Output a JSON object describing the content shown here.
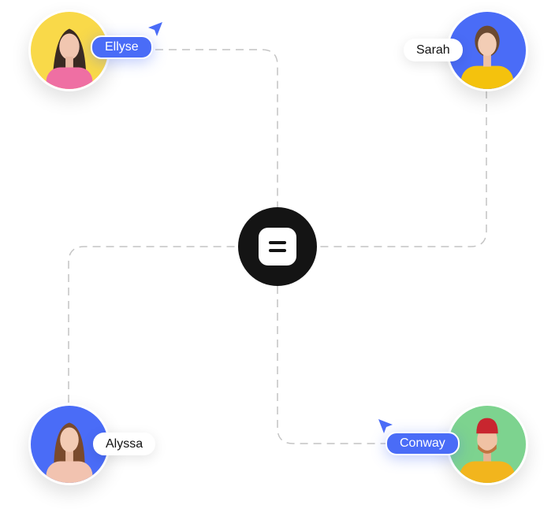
{
  "users": [
    {
      "name": "Ellyse",
      "bg": "#f9d949",
      "style": "active"
    },
    {
      "name": "Sarah",
      "bg": "#4a6cf7",
      "style": "plain"
    },
    {
      "name": "Alyssa",
      "bg": "#4a6cf7",
      "style": "plain"
    },
    {
      "name": "Conway",
      "bg": "#7dd38f",
      "style": "active"
    }
  ],
  "hub": {
    "icon": "equals-logo-icon"
  },
  "colors": {
    "accent": "#4a6cf7",
    "line": "#bdbdbd",
    "hub": "#141414"
  }
}
